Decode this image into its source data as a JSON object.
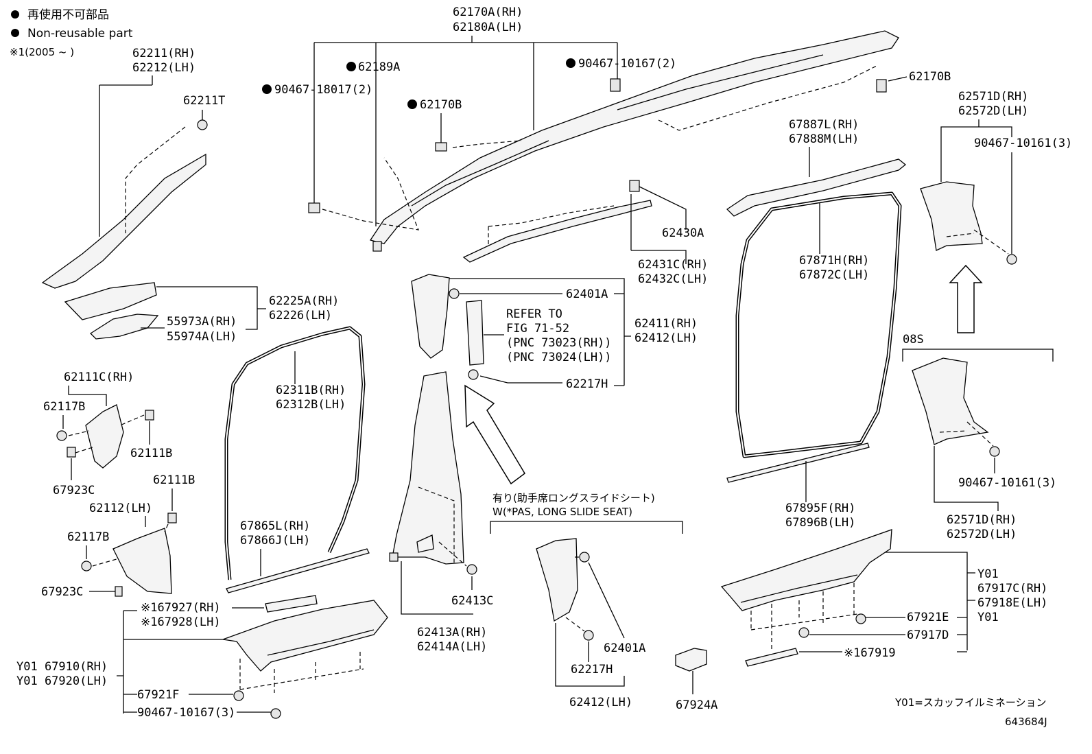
{
  "legend": {
    "marker": "●",
    "line1": "再使用不可部品",
    "line2": "Non-reusable part",
    "note": "※1(2005 ~        )"
  },
  "labels": {
    "p62170A": "62170A(RH)",
    "p62180A": "62180A(LH)",
    "p62189A": "62189A",
    "p90467_18017": "90467-18017(2)",
    "p62170B_mid": "62170B",
    "p90467_10167_2": "90467-10167(2)",
    "p62170B_right": "62170B",
    "p62211": "62211(RH)",
    "p62212": "62212(LH)",
    "p62211T": "62211T",
    "p62225A": "62225A(RH)",
    "p62226": "62226(LH)",
    "p55973A": "55973A(RH)",
    "p55974A": "55974A(LH)",
    "p62111C": "62111C(RH)",
    "p62117B_a": "62117B",
    "p62111B_a": "62111B",
    "p67923C_a": "67923C",
    "p62111B_b": "62111B",
    "p62112": "62112(LH)",
    "p62117B_b": "62117B",
    "p67923C_b": "67923C",
    "p67927": "※167927(RH)",
    "p67928": "※167928(LH)",
    "p67910": "Y01 67910(RH)",
    "p67920": "Y01 67920(LH)",
    "p67921F": "67921F",
    "p90467_10167_3": "90467-10167(3)",
    "p62311B": "62311B(RH)",
    "p62312B": "62312B(LH)",
    "p67865L": "67865L(RH)",
    "p67866J": "67866J(LH)",
    "p62430A": "62430A",
    "p62431C": "62431C(RH)",
    "p62432C": "62432C(LH)",
    "p62401A_top": "62401A",
    "p62411": "62411(RH)",
    "p62412_top": "62412(LH)",
    "p62217H_top": "62217H",
    "refer1": "REFER TO",
    "refer2": "FIG 71-52",
    "refer3": "(PNC 73023(RH))",
    "refer4": "(PNC 73024(LH))",
    "p62413C": "62413C",
    "p62413A": "62413A(RH)",
    "p62414A": "62414A(LH)",
    "opt_jp": "有り(助手席ロングスライドシート)",
    "opt_en": "W(*PAS, LONG SLIDE SEAT)",
    "p62401A_bot": "62401A",
    "p62217H_bot": "62217H",
    "p62412_bot": "62412(LH)",
    "p67924A": "67924A",
    "p67887L": "67887L(RH)",
    "p67888M": "67888M(LH)",
    "p67871H": "67871H(RH)",
    "p67872C": "67872C(LH)",
    "p67895F": "67895F(RH)",
    "p67896B": "67896B(LH)",
    "p62571D_top": "62571D(RH)",
    "p62572D_top": "62572D(LH)",
    "p90467_10161_top": "90467-10161(3)",
    "p08S": "08S",
    "p90467_10161_bot": "90467-10161(3)",
    "p62571D_bot": "62571D(RH)",
    "p62572D_bot": "62572D(LH)",
    "y01_a": "Y01",
    "p67917C": "67917C(RH)",
    "p67918E": "67918E(LH)",
    "y01_b": "Y01",
    "p67921E": "67921E",
    "p67917D": "67917D",
    "p67919": "※167919",
    "footnote": "Y01=スカッフイルミネーション",
    "fig_id": "643684J"
  }
}
